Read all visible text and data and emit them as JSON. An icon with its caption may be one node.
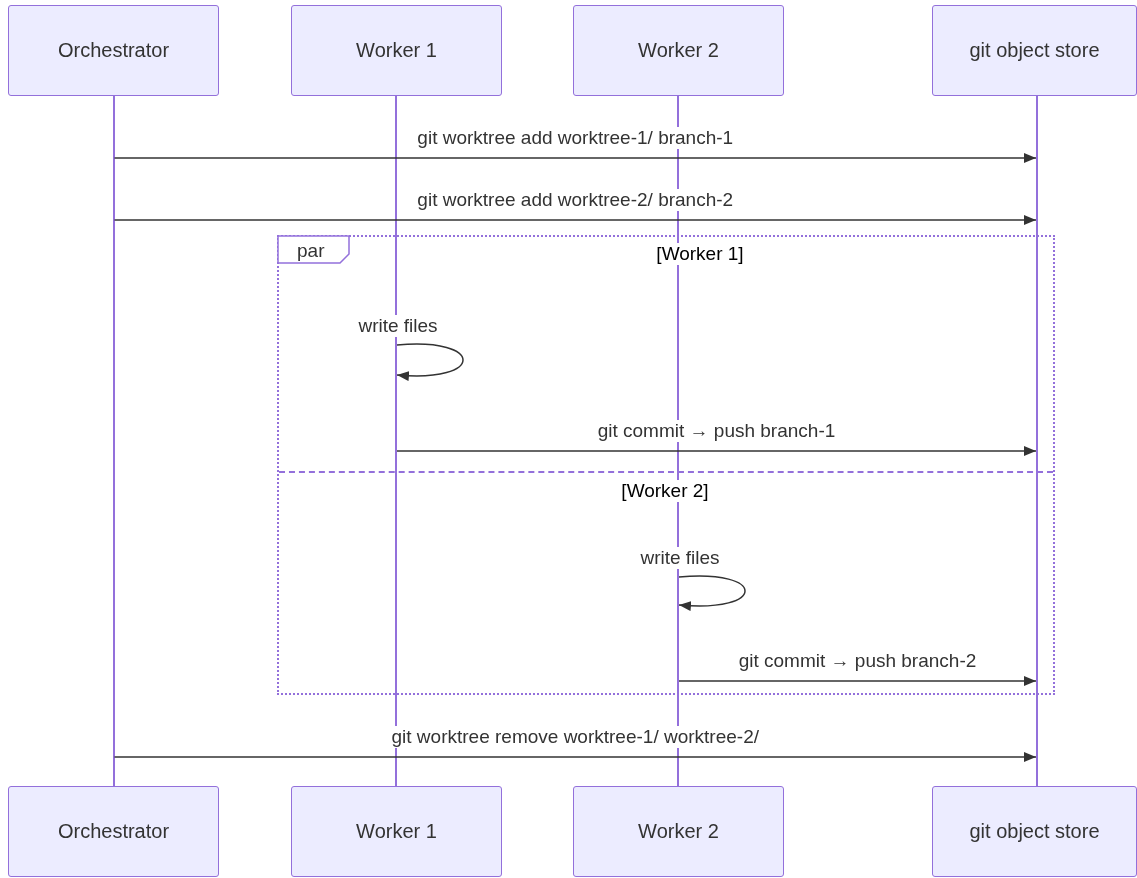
{
  "diagram": {
    "nodes": [
      {
        "text": [
          "Orchestrator"
        ]
      },
      {
        "text": [
          "Worker 1"
        ]
      },
      {
        "text": [
          "Worker 2"
        ]
      },
      {
        "text": [
          "git object store"
        ]
      },
      {
        "text": [
          "Orchestrator"
        ]
      },
      {
        "text": [
          "Worker 1"
        ]
      },
      {
        "text": [
          "Worker 2"
        ]
      },
      {
        "text": [
          "git object store"
        ]
      },
      {
        "text": [],
        "shape": "line"
      },
      {
        "text": [],
        "shape": "line"
      },
      {
        "text": [],
        "shape": "line"
      },
      {
        "text": [],
        "shape": "line"
      }
    ],
    "edges": [
      {
        "from": 8,
        "to": 11,
        "arrow": "to",
        "label": "git worktree add worktree-1/ branch-1"
      },
      {
        "from": 8,
        "to": 11,
        "arrow": "to",
        "label": "git worktree add worktree-2/ branch-2"
      },
      {
        "from": 9,
        "to": 9,
        "arrow": "to",
        "label": "write files"
      },
      {
        "from": 9,
        "to": 11,
        "arrow": "to",
        "label": "git commit → push branch-1"
      },
      {
        "from": 10,
        "to": 10,
        "arrow": "to",
        "label": "write files"
      },
      {
        "from": 10,
        "to": 11,
        "arrow": "to",
        "label": "git commit → push branch-2"
      },
      {
        "from": 8,
        "to": 11,
        "arrow": "to",
        "label": "git worktree remove worktree-1/ worktree-2/"
      }
    ],
    "labels": [
      "par",
      "[Worker 1]",
      "[Worker 2]"
    ]
  }
}
